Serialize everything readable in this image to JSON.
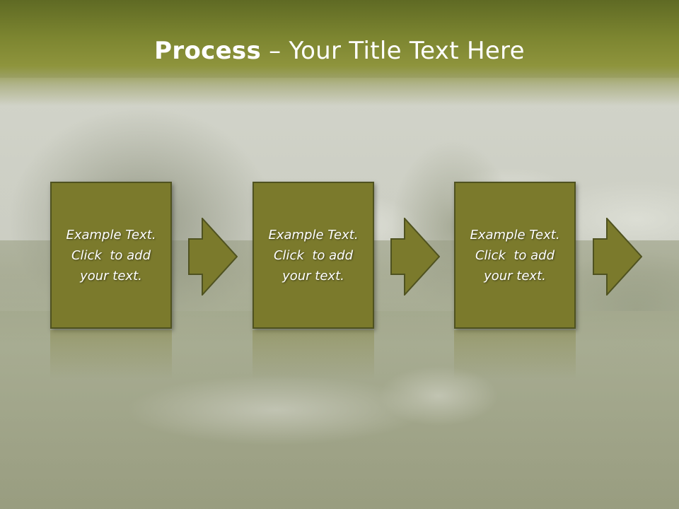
{
  "slide": {
    "title_bold": "Process",
    "title_rest": " – Your Title Text Here"
  },
  "steps": [
    {
      "line1": "Example Text.",
      "line2": "Click  to add",
      "line3": "your text."
    },
    {
      "line1": "Example Text.",
      "line2": "Click  to add",
      "line3": "your text."
    },
    {
      "line1": "Example Text.",
      "line2": "Click  to add",
      "line3": "your text."
    }
  ],
  "colors": {
    "title_bar": "#7c8530",
    "box_fill": "#7b7a2c",
    "box_border": "#4f5220",
    "text": "#ffffff"
  }
}
